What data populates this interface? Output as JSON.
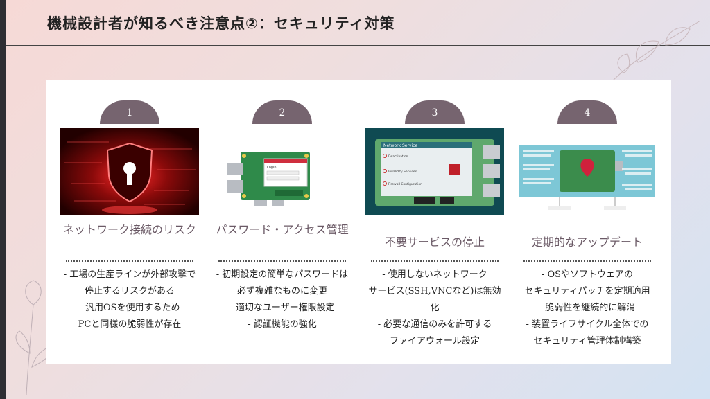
{
  "slide": {
    "title": "機械設計者が知るべき注意点②：セキュリティ対策"
  },
  "items": [
    {
      "number": "1",
      "heading": "ネットワーク接続のリスク",
      "image": "red-shield-lock-image",
      "lines": [
        "- 工場の生産ラインが外部攻撃で",
        "停止するリスクがある",
        "- 汎用OSを使用するため",
        "PCと同様の脆弱性が存在"
      ]
    },
    {
      "number": "2",
      "heading": "パスワード・アクセス管理",
      "image": "raspberry-pi-login-image",
      "login_text": "Login",
      "lines": [
        "- 初期設定の簡単なパスワードは",
        "必ず複雑なものに変更",
        "- 適切なユーザー権限設定",
        "- 認証機能の強化"
      ]
    },
    {
      "number": "3",
      "heading": "不要サービスの停止",
      "image": "network-service-board-image",
      "board_title": "Network Service",
      "board_options": [
        "Deactivation",
        "Invalidity Services",
        "Firewall Configuration"
      ],
      "lines": [
        "- 使用しないネットワーク",
        "サービス(SSH,VNCなど)は無効化",
        "- 必要な通信のみを許可する",
        "ファイアウォール設定"
      ]
    },
    {
      "number": "4",
      "heading": "定期的なアップデート",
      "image": "update-diagram-image",
      "lines": [
        "- OSやソフトウェアの",
        "セキュリティパッチを定期適用",
        "- 脆弱性を継続的に解消",
        "- 装置ライフサイクル全体での",
        "セキュリティ管理体制構築"
      ]
    }
  ],
  "colors": {
    "tab": "#76646f",
    "heading": "#6b5a66",
    "panel": "#ffffff"
  }
}
